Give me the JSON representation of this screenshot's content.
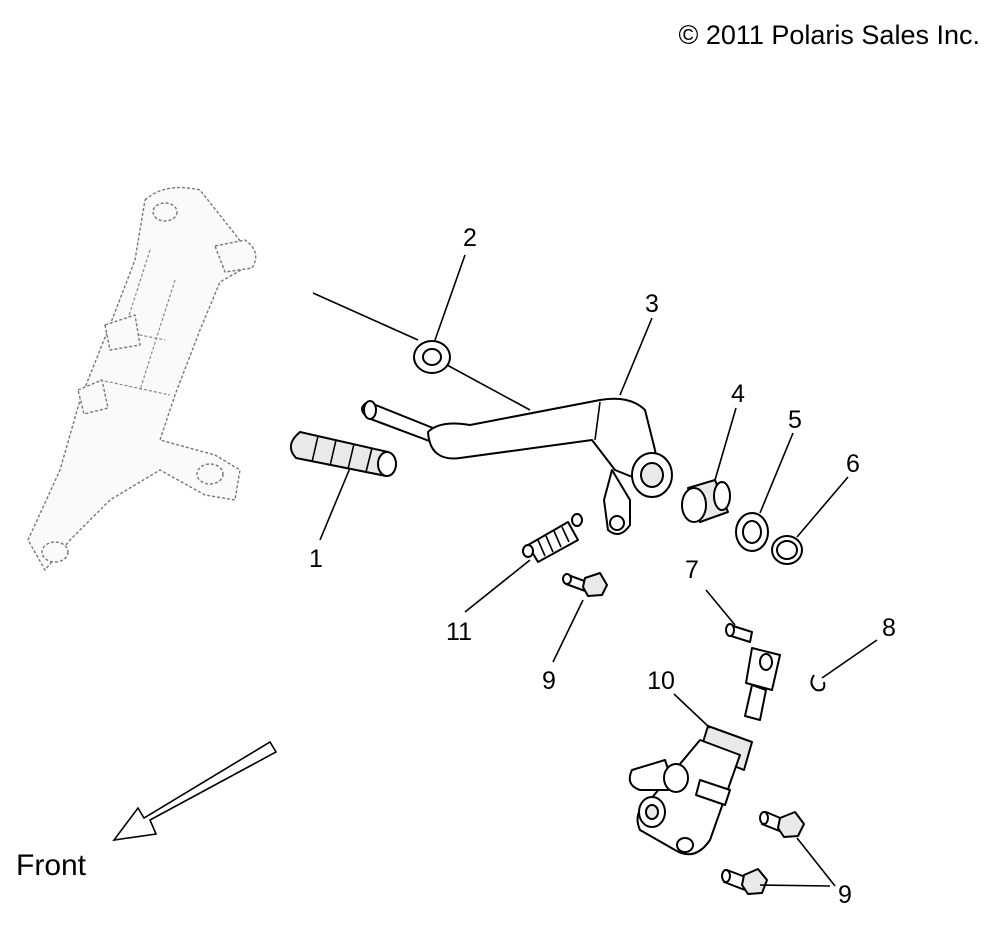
{
  "copyright": "© 2011 Polaris Sales Inc.",
  "direction_label": "Front",
  "callouts": {
    "c1": "1",
    "c2": "2",
    "c3": "3",
    "c4": "4",
    "c5": "5",
    "c6": "6",
    "c7": "7",
    "c8": "8",
    "c9a": "9",
    "c9b": "9",
    "c10": "10",
    "c11": "11"
  }
}
